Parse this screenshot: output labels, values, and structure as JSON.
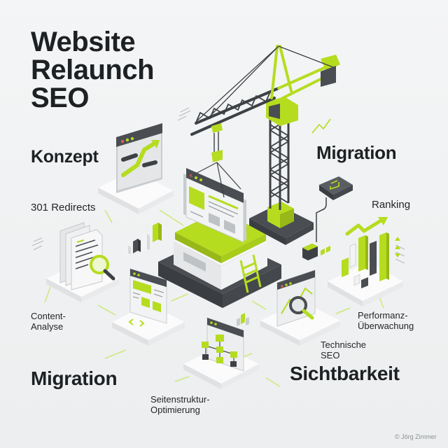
{
  "title": {
    "line1": "Website",
    "line2": "Relaunch",
    "line3": "SEO"
  },
  "headings": {
    "konzept": "Konzept",
    "migration_top": "Migration",
    "migration_bottom": "Migration",
    "sichtbarkeit": "Sichtbarkeit"
  },
  "labels": {
    "redirects": "301 Redirects",
    "ranking": "Ranking",
    "content_line1": "Content-",
    "content_line2": "Analyse",
    "performance_line1": "Performanz-",
    "performance_line2": "Überwachung",
    "technical_line1": "Technische",
    "technical_line2": "SEO",
    "structure_line1": "Seitenstruktur-",
    "structure_line2": "Optimierung"
  },
  "copyright": "© Jörg Zimmer",
  "colors": {
    "background": "#f1f2f3",
    "accent_lime": "#b5dc1f",
    "dark_gray": "#4a4e52",
    "platform_white": "#fafafa",
    "text_dark": "#1e2123"
  },
  "icons": [
    "crane-icon",
    "browser-window-icon",
    "redirect-arrows-icon",
    "document-magnifier-icon",
    "bar-chart-ranking-icon",
    "sitemap-hierarchy-icon",
    "chart-magnifier-icon",
    "code-brackets-icon",
    "server-chip-icon"
  ]
}
